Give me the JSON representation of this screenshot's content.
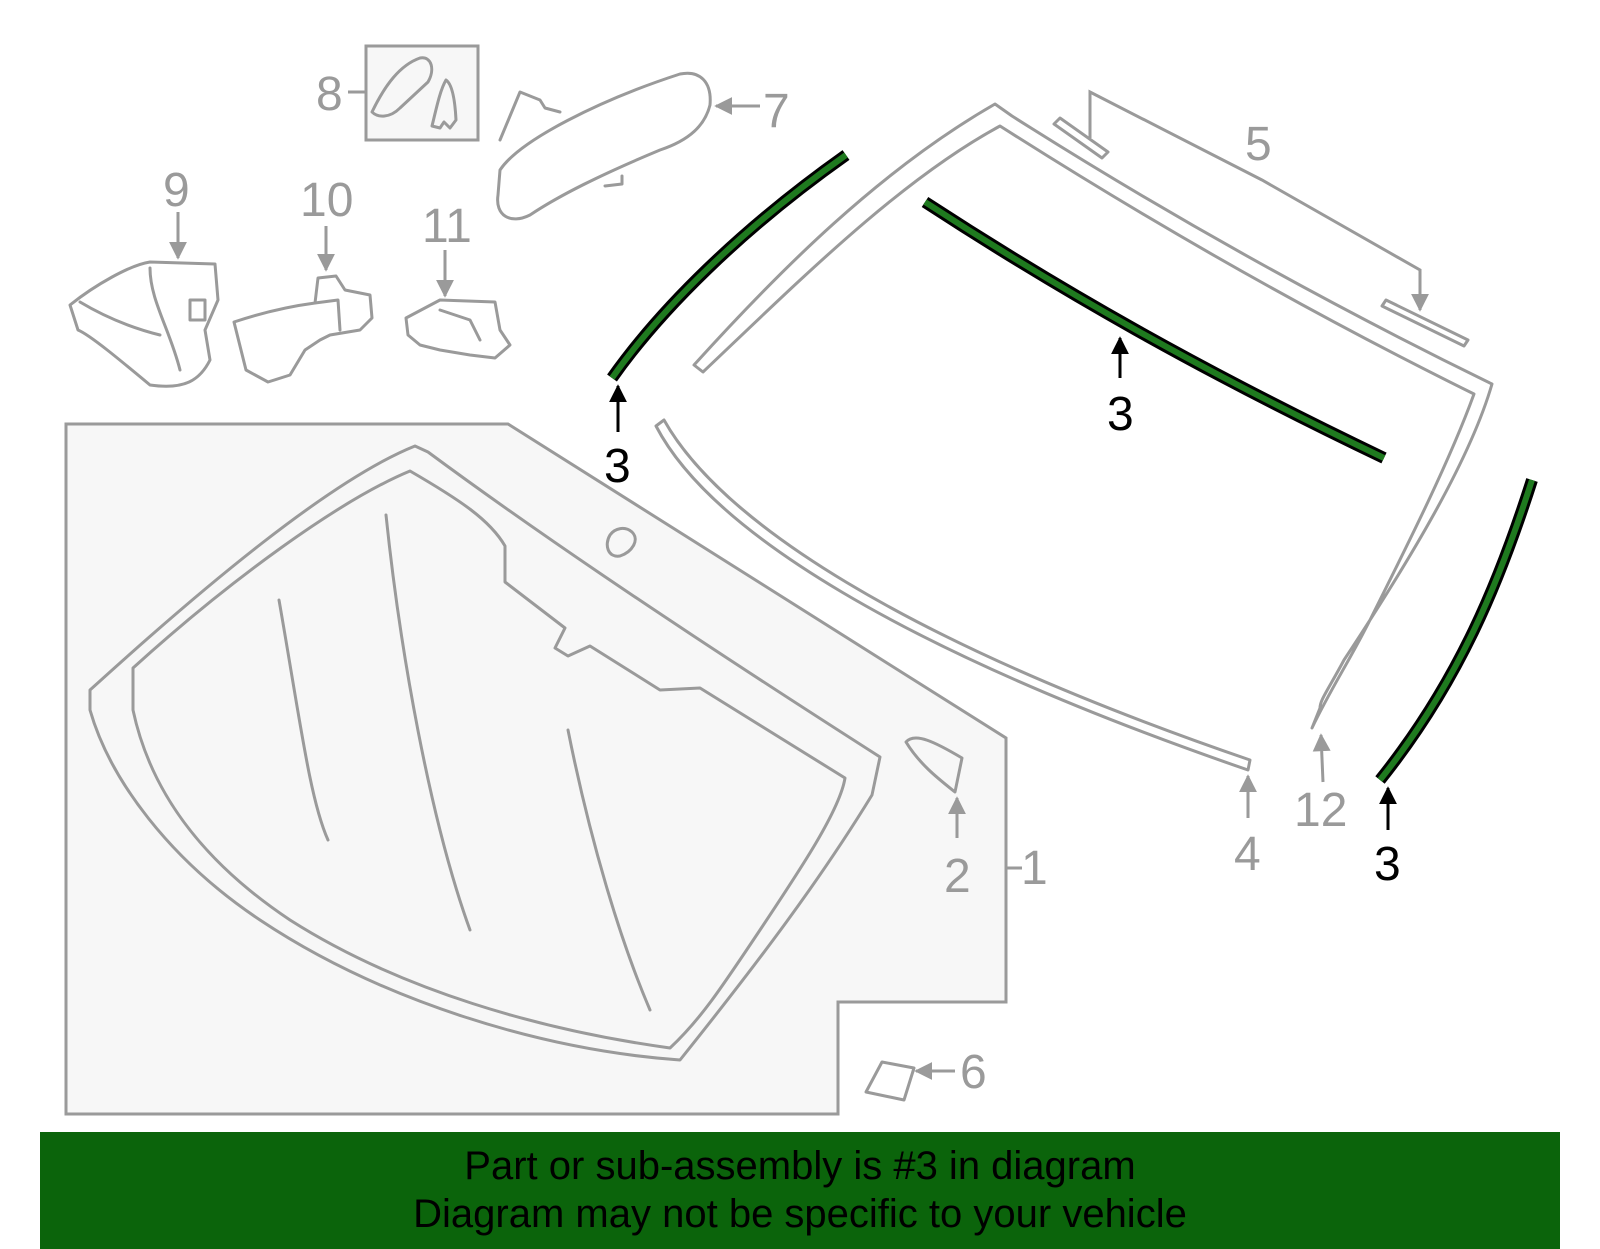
{
  "colors": {
    "highlight": "#1f7a1f",
    "outline": "#9a9a9a",
    "banner_bg": "#0b640b",
    "panel_fill": "#f7f7f7"
  },
  "callouts": {
    "c1": "1",
    "c2": "2",
    "c3a": "3",
    "c3b": "3",
    "c3c": "3",
    "c4": "4",
    "c5": "5",
    "c6": "6",
    "c7": "7",
    "c8": "8",
    "c9": "9",
    "c10": "10",
    "c11": "11",
    "c12": "12"
  },
  "banner": {
    "line1": "Part or sub-assembly is #3 in diagram",
    "line2": "Diagram may not be specific to your vehicle"
  }
}
